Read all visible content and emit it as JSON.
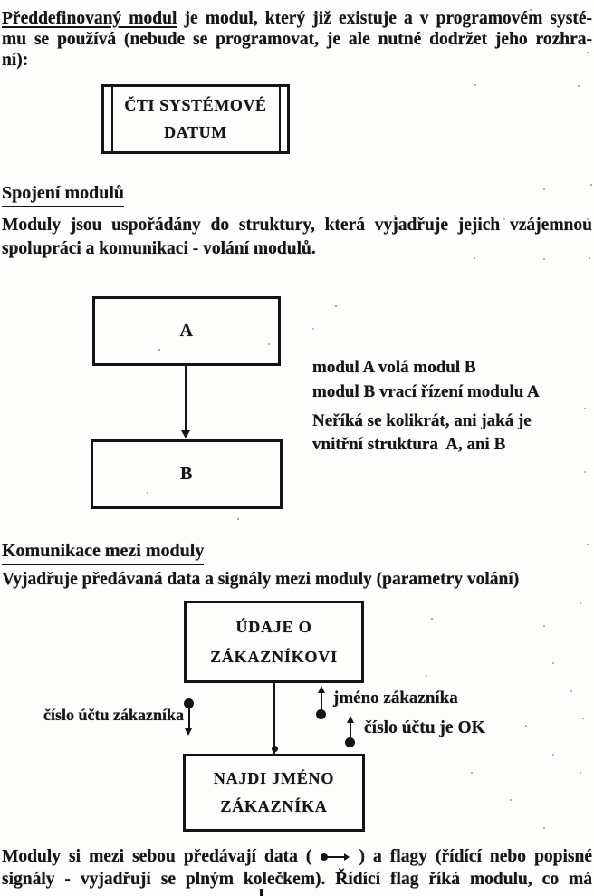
{
  "intro": {
    "line1_underlined": "Předdefinovaný modul",
    "line1_rest": "je modul, který již existuje a v programovém systé-",
    "line2": "mu se používá (nebude se programovat, je ale nutné dodržet jeho rozhra-",
    "line3": "ní):"
  },
  "predefined_box": {
    "line1": "ČTI SYSTÉMOVÉ",
    "line2": "DATUM"
  },
  "section_spojeni": {
    "heading": "Spojení modulů",
    "body_line1": "Moduly jsou uspořádány do struktury, která vyjadřuje jejich vzájemnou",
    "body_line2": "spolupráci a komunikaci - volání modulů."
  },
  "diagram_ab": {
    "box_a_label": "A",
    "box_b_label": "B",
    "notes": [
      "modul A volá modul B",
      "modul B vrací řízení modulu A",
      "Neříká se kolikrát, ani jaká je",
      "vnitřní struktura  A, ani B"
    ]
  },
  "section_komunikace": {
    "heading": "Komunikace mezi moduly",
    "body": "Vyjadřuje předávaná data a signály mezi moduly (parametry volání)"
  },
  "diagram_comm": {
    "top_box_line1": "ÚDAJE O",
    "top_box_line2": "ZÁKAZNÍKOVI",
    "bottom_box_line1": "NAJDI JMÉNO",
    "bottom_box_line2": "ZÁKAZNÍKA",
    "label_left": "číslo účtu zákazníka",
    "label_right1": "jméno zákazníka",
    "label_right2": "číslo účtu je OK"
  },
  "footer_para": {
    "line1_before_symbol": "Moduly si mezi sebou předávají data (",
    "line1_after_symbol": ") a flagy (řídící nebo popisné",
    "line2": "signály - vyjadřují se plným kolečkem). Řídící flag říká modulu, co má"
  },
  "colors": {
    "ink": "#141414",
    "paper": "#fdfdfc"
  }
}
